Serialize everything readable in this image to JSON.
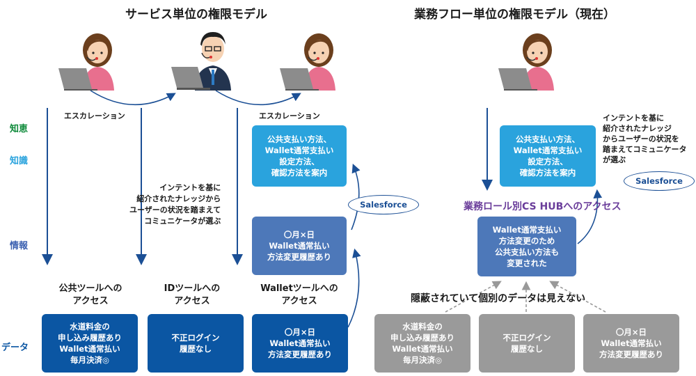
{
  "left_title": "サービス単位の権限モデル",
  "right_title": "業務フロー単位の権限モデル（現在）",
  "levels": {
    "wisdom": "知恵",
    "knowledge": "知識",
    "information": "情報",
    "data": "データ"
  },
  "level_colors": {
    "wisdom": "#0e8a3a",
    "knowledge": "#2aa3dd",
    "information": "#3a5fb0",
    "data": "#0b56a3"
  },
  "escalation_1": "エスカレーション",
  "escalation_2": "エスカレーション",
  "intent_note_left": "インテントを基に\n紹介されたナレッジから\nユーザーの状況を踏まえて\nコミュニケータが選ぶ",
  "intent_note_right": "インテントを基に\n紹介されたナレッジ\nからユーザーの状況を\n踏まえてコミュニケータ\nが選ぶ",
  "tools": [
    "公共ツールへの\nアクセス",
    "IDツールへの\nアクセス",
    "Walletツールへの\nアクセス"
  ],
  "data_boxes_left": [
    "水道料金の\n申し込み履歴あり\nWallet通常払い\n毎月決済◎",
    "不正ログイン\n履歴なし",
    "〇月×日\nWallet通常払い\n方法変更履歴あり"
  ],
  "info_box_left": "〇月×日\nWallet通常払い\n方法変更履歴あり",
  "knowledge_box_left": "公共支払い方法、\nWallet通常支払い\n設定方法、\n確認方法を案内",
  "salesforce_left": "Salesforce",
  "salesforce_right": "Salesforce",
  "knowledge_box_right": "公共支払い方法、\nWallet通常支払い\n設定方法、\n確認方法を案内",
  "hub_access": "業務ロール別CS HUBへのアクセス",
  "info_box_right": "Wallet通常支払い\n方法変更のため\n公共支払い方法も\n変更された",
  "hidden_note": "隠蔽されていて個別のデータは見えない",
  "data_boxes_right": [
    "水道料金の\n申し込み履歴あり\nWallet通常払い\n毎月決済◎",
    "不正ログイン\n履歴なし",
    "〇月×日\nWallet通常払い\n方法変更履歴あり"
  ],
  "operators": [
    "female-operator",
    "male-operator-with-headset",
    "female-operator",
    "female-operator"
  ]
}
